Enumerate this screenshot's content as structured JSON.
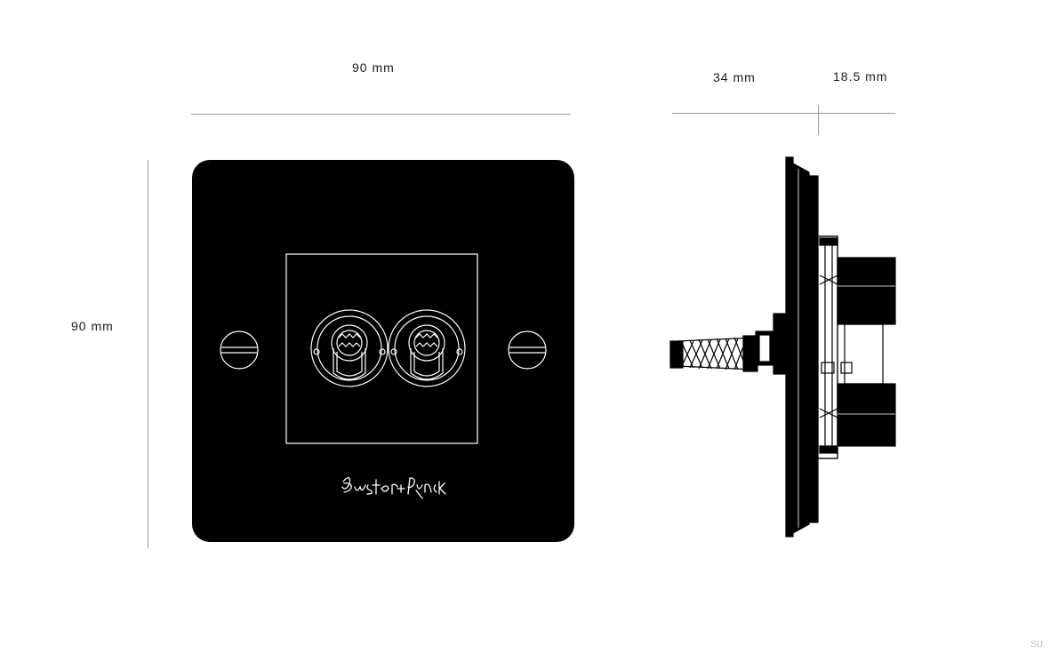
{
  "dimensions": {
    "width": "90 mm",
    "height": "90 mm",
    "depth_front": "34 mm",
    "depth_back": "18.5 mm"
  },
  "plate": {
    "logo_text": "Buster+Punch"
  },
  "colors": {
    "plate": "#000000",
    "line_art": "#ffffff",
    "dimension_line": "#999999"
  },
  "corner_mark": "SU"
}
